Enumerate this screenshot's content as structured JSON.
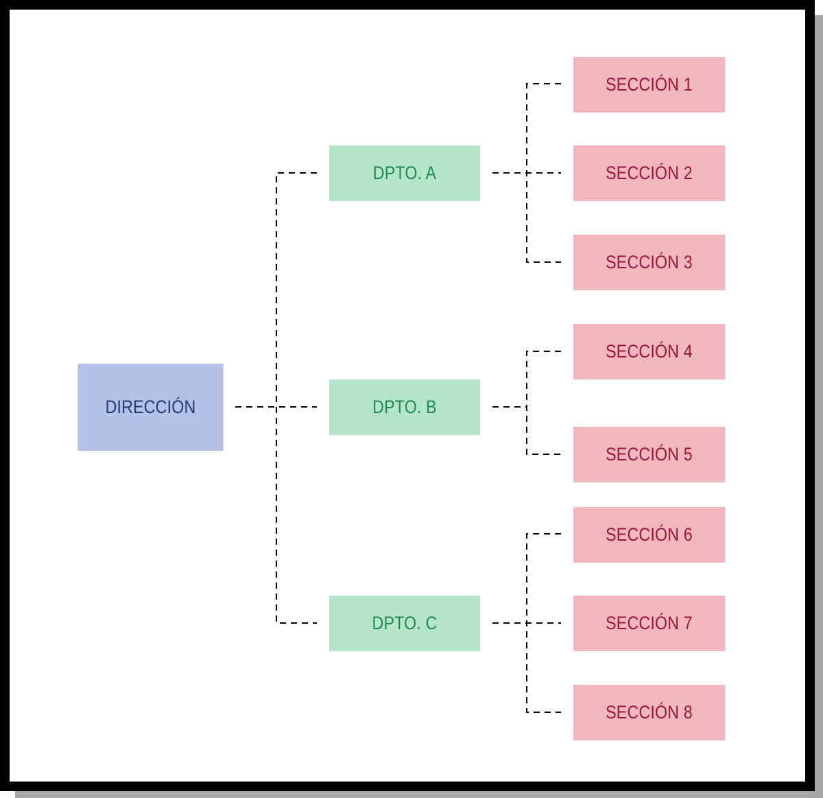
{
  "colors": {
    "root_fill": "#b3c2e6",
    "root_text": "#1f3a73",
    "dept_fill": "#b5e6cc",
    "dept_text": "#1f8a4c",
    "section_fill": "#f0b8be",
    "section_text": "#9c1535",
    "connector": "#000000"
  },
  "root": {
    "label": "DIRECCIÓN"
  },
  "departments": [
    {
      "label": "DPTO. A"
    },
    {
      "label": "DPTO. B"
    },
    {
      "label": "DPTO. C"
    }
  ],
  "sections": [
    {
      "label": "SECCIÓN 1"
    },
    {
      "label": "SECCIÓN 2"
    },
    {
      "label": "SECCIÓN 3"
    },
    {
      "label": "SECCIÓN 4"
    },
    {
      "label": "SECCIÓN 5"
    },
    {
      "label": "SECCIÓN 6"
    },
    {
      "label": "SECCIÓN 7"
    },
    {
      "label": "SECCIÓN 8"
    }
  ]
}
